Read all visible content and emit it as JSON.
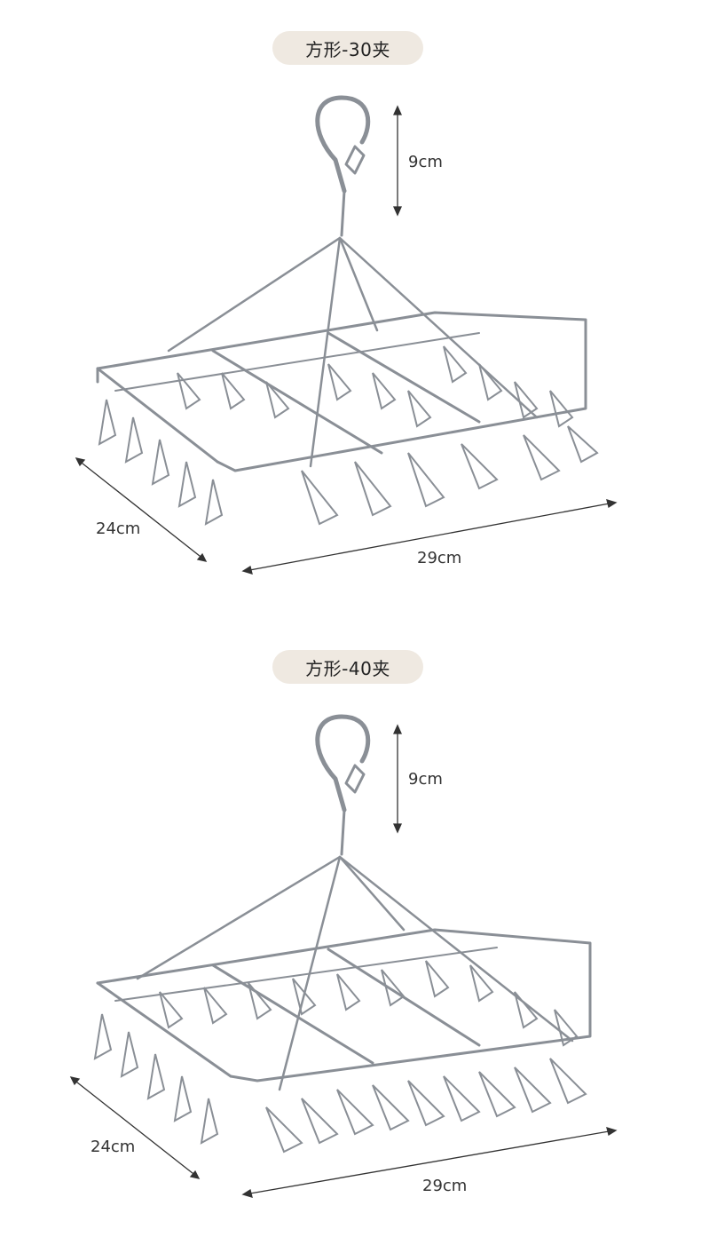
{
  "products": [
    {
      "title": "方形-30夹",
      "height_label": "9cm",
      "depth_label": "24cm",
      "width_label": "29cm"
    },
    {
      "title": "方形-40夹",
      "height_label": "9cm",
      "depth_label": "24cm",
      "width_label": "29cm"
    }
  ],
  "colors": {
    "background": "#ffffff",
    "pill": "#efe9e1",
    "metal": "#8a8f96",
    "dimension_line": "#333333"
  },
  "icons": [
    "hanger-hook-icon",
    "clip-icon"
  ]
}
